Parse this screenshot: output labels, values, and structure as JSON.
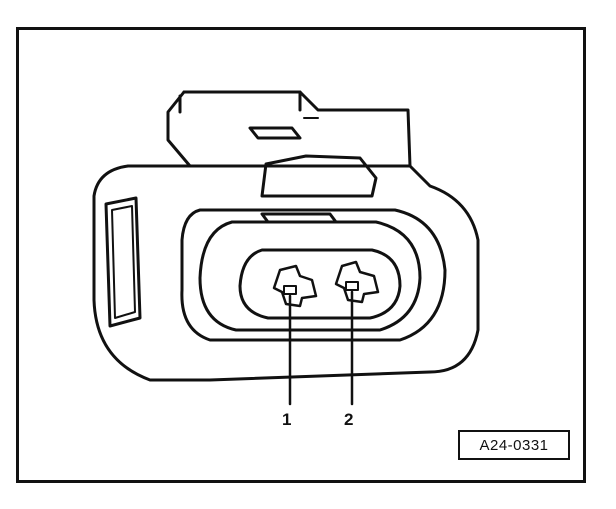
{
  "figure": {
    "reference_code": "A24-0331",
    "callouts": [
      {
        "number": "1"
      },
      {
        "number": "2"
      }
    ]
  },
  "colors": {
    "line": "#111111",
    "background": "#ffffff"
  }
}
